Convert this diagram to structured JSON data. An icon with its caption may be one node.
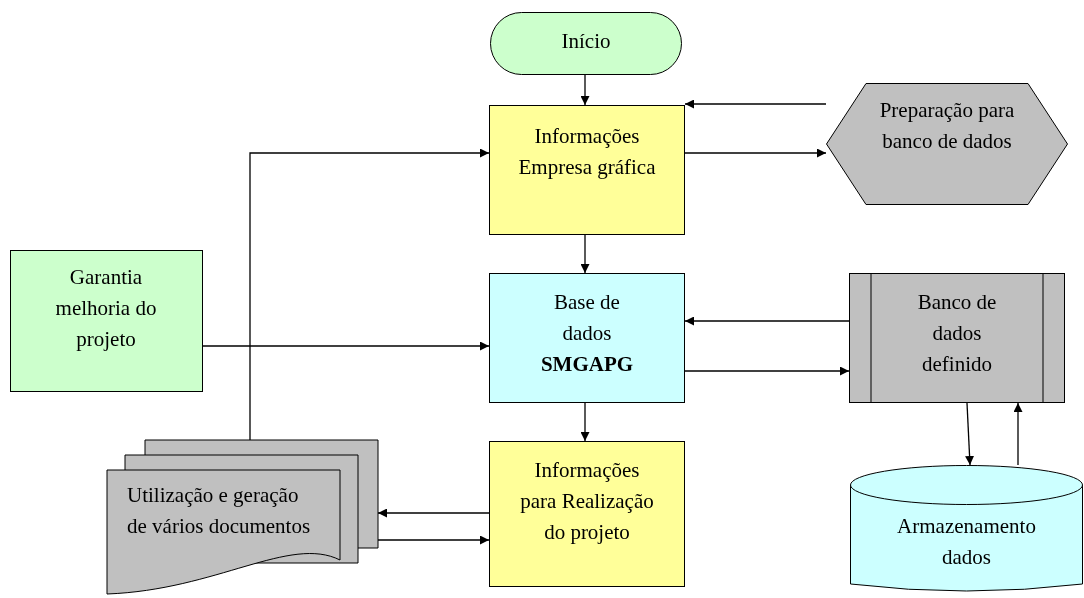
{
  "diagram": {
    "nodes": [
      {
        "text": [
          "Início"
        ]
      },
      {
        "text": [
          "Informações Empresa gráfica"
        ]
      },
      {
        "text": [
          "Preparação para banco de dados"
        ]
      },
      {
        "text": [
          "Garantia melhoria do projeto"
        ]
      },
      {
        "text": [
          "Base de dados **SMGAPG**"
        ]
      },
      {
        "text": [
          "Banco de dados definido"
        ]
      },
      {
        "text": [
          "Utilização e geração de vários documentos"
        ]
      },
      {
        "text": [
          "Informações para Realização do projeto"
        ]
      },
      {
        "text": [
          "Armazenamento dados"
        ]
      }
    ],
    "edges": [
      {
        "from": 0,
        "to": 1,
        "arrow": "to"
      },
      {
        "from": 2,
        "to": 1,
        "arrow": "to"
      },
      {
        "from": 1,
        "to": 2,
        "arrow": "to"
      },
      {
        "from": 6,
        "to": 1,
        "arrow": "to"
      },
      {
        "from": 1,
        "to": 4,
        "arrow": "to"
      },
      {
        "from": 3,
        "to": 4,
        "arrow": "to"
      },
      {
        "from": 5,
        "to": 4,
        "arrow": "to"
      },
      {
        "from": 4,
        "to": 5,
        "arrow": "to"
      },
      {
        "from": 4,
        "to": 7,
        "arrow": "to"
      },
      {
        "from": 7,
        "to": 6,
        "arrow": "to"
      },
      {
        "from": 6,
        "to": 7,
        "arrow": "to"
      },
      {
        "from": 5,
        "to": 8,
        "arrow": "to"
      },
      {
        "from": 8,
        "to": 5,
        "arrow": "to"
      }
    ]
  }
}
